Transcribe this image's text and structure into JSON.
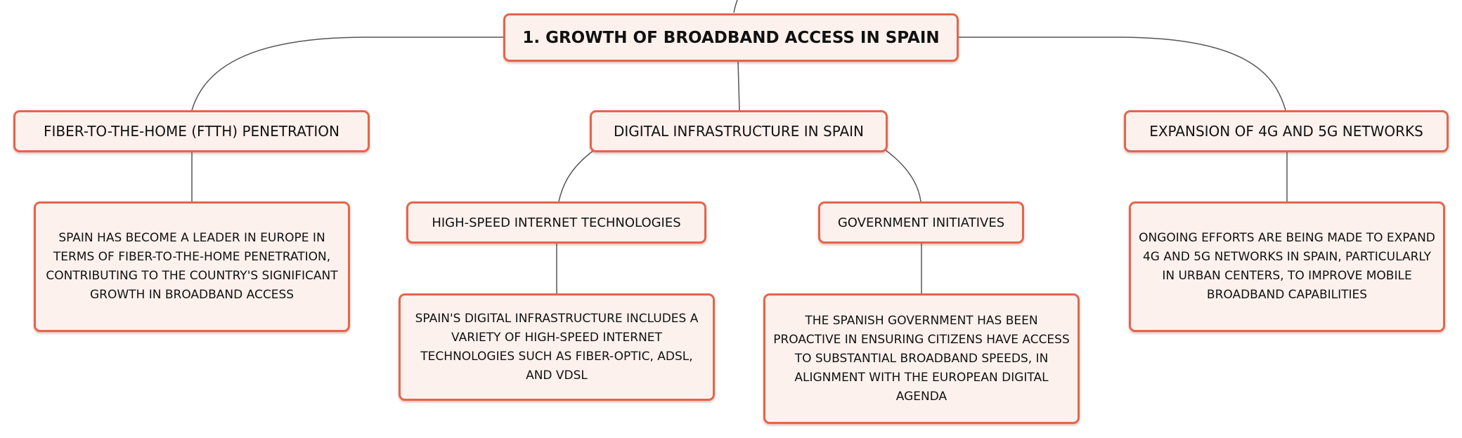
{
  "colors": {
    "node_fill": "#fdf1ed",
    "node_border": "#e2664c",
    "connector": "#555555"
  },
  "root": {
    "text": "1. GROWTH OF BROADBAND ACCESS IN SPAIN"
  },
  "branches": [
    {
      "text": "FIBER-TO-THE-HOME (FTTH) PENETRATION",
      "detail": "SPAIN HAS BECOME A LEADER IN EUROPE IN TERMS OF FIBER-TO-THE-HOME PENETRATION, CONTRIBUTING TO THE COUNTRY'S SIGNIFICANT GROWTH IN BROADBAND ACCESS"
    },
    {
      "text": "DIGITAL INFRASTRUCTURE IN SPAIN",
      "children": [
        {
          "text": "HIGH-SPEED INTERNET TECHNOLOGIES",
          "detail": "SPAIN'S DIGITAL INFRASTRUCTURE INCLUDES A VARIETY OF HIGH-SPEED INTERNET TECHNOLOGIES SUCH AS FIBER-OPTIC, ADSL, AND VDSL"
        },
        {
          "text": "GOVERNMENT INITIATIVES",
          "detail": "THE SPANISH GOVERNMENT HAS BEEN PROACTIVE IN ENSURING CITIZENS HAVE ACCESS TO SUBSTANTIAL BROADBAND SPEEDS, IN ALIGNMENT WITH THE EUROPEAN DIGITAL AGENDA"
        }
      ]
    },
    {
      "text": "EXPANSION OF 4G AND 5G NETWORKS",
      "detail": "ONGOING EFFORTS ARE BEING MADE TO EXPAND 4G AND 5G NETWORKS IN SPAIN, PARTICULARLY IN URBAN CENTERS, TO IMPROVE MOBILE BROADBAND CAPABILITIES"
    }
  ]
}
